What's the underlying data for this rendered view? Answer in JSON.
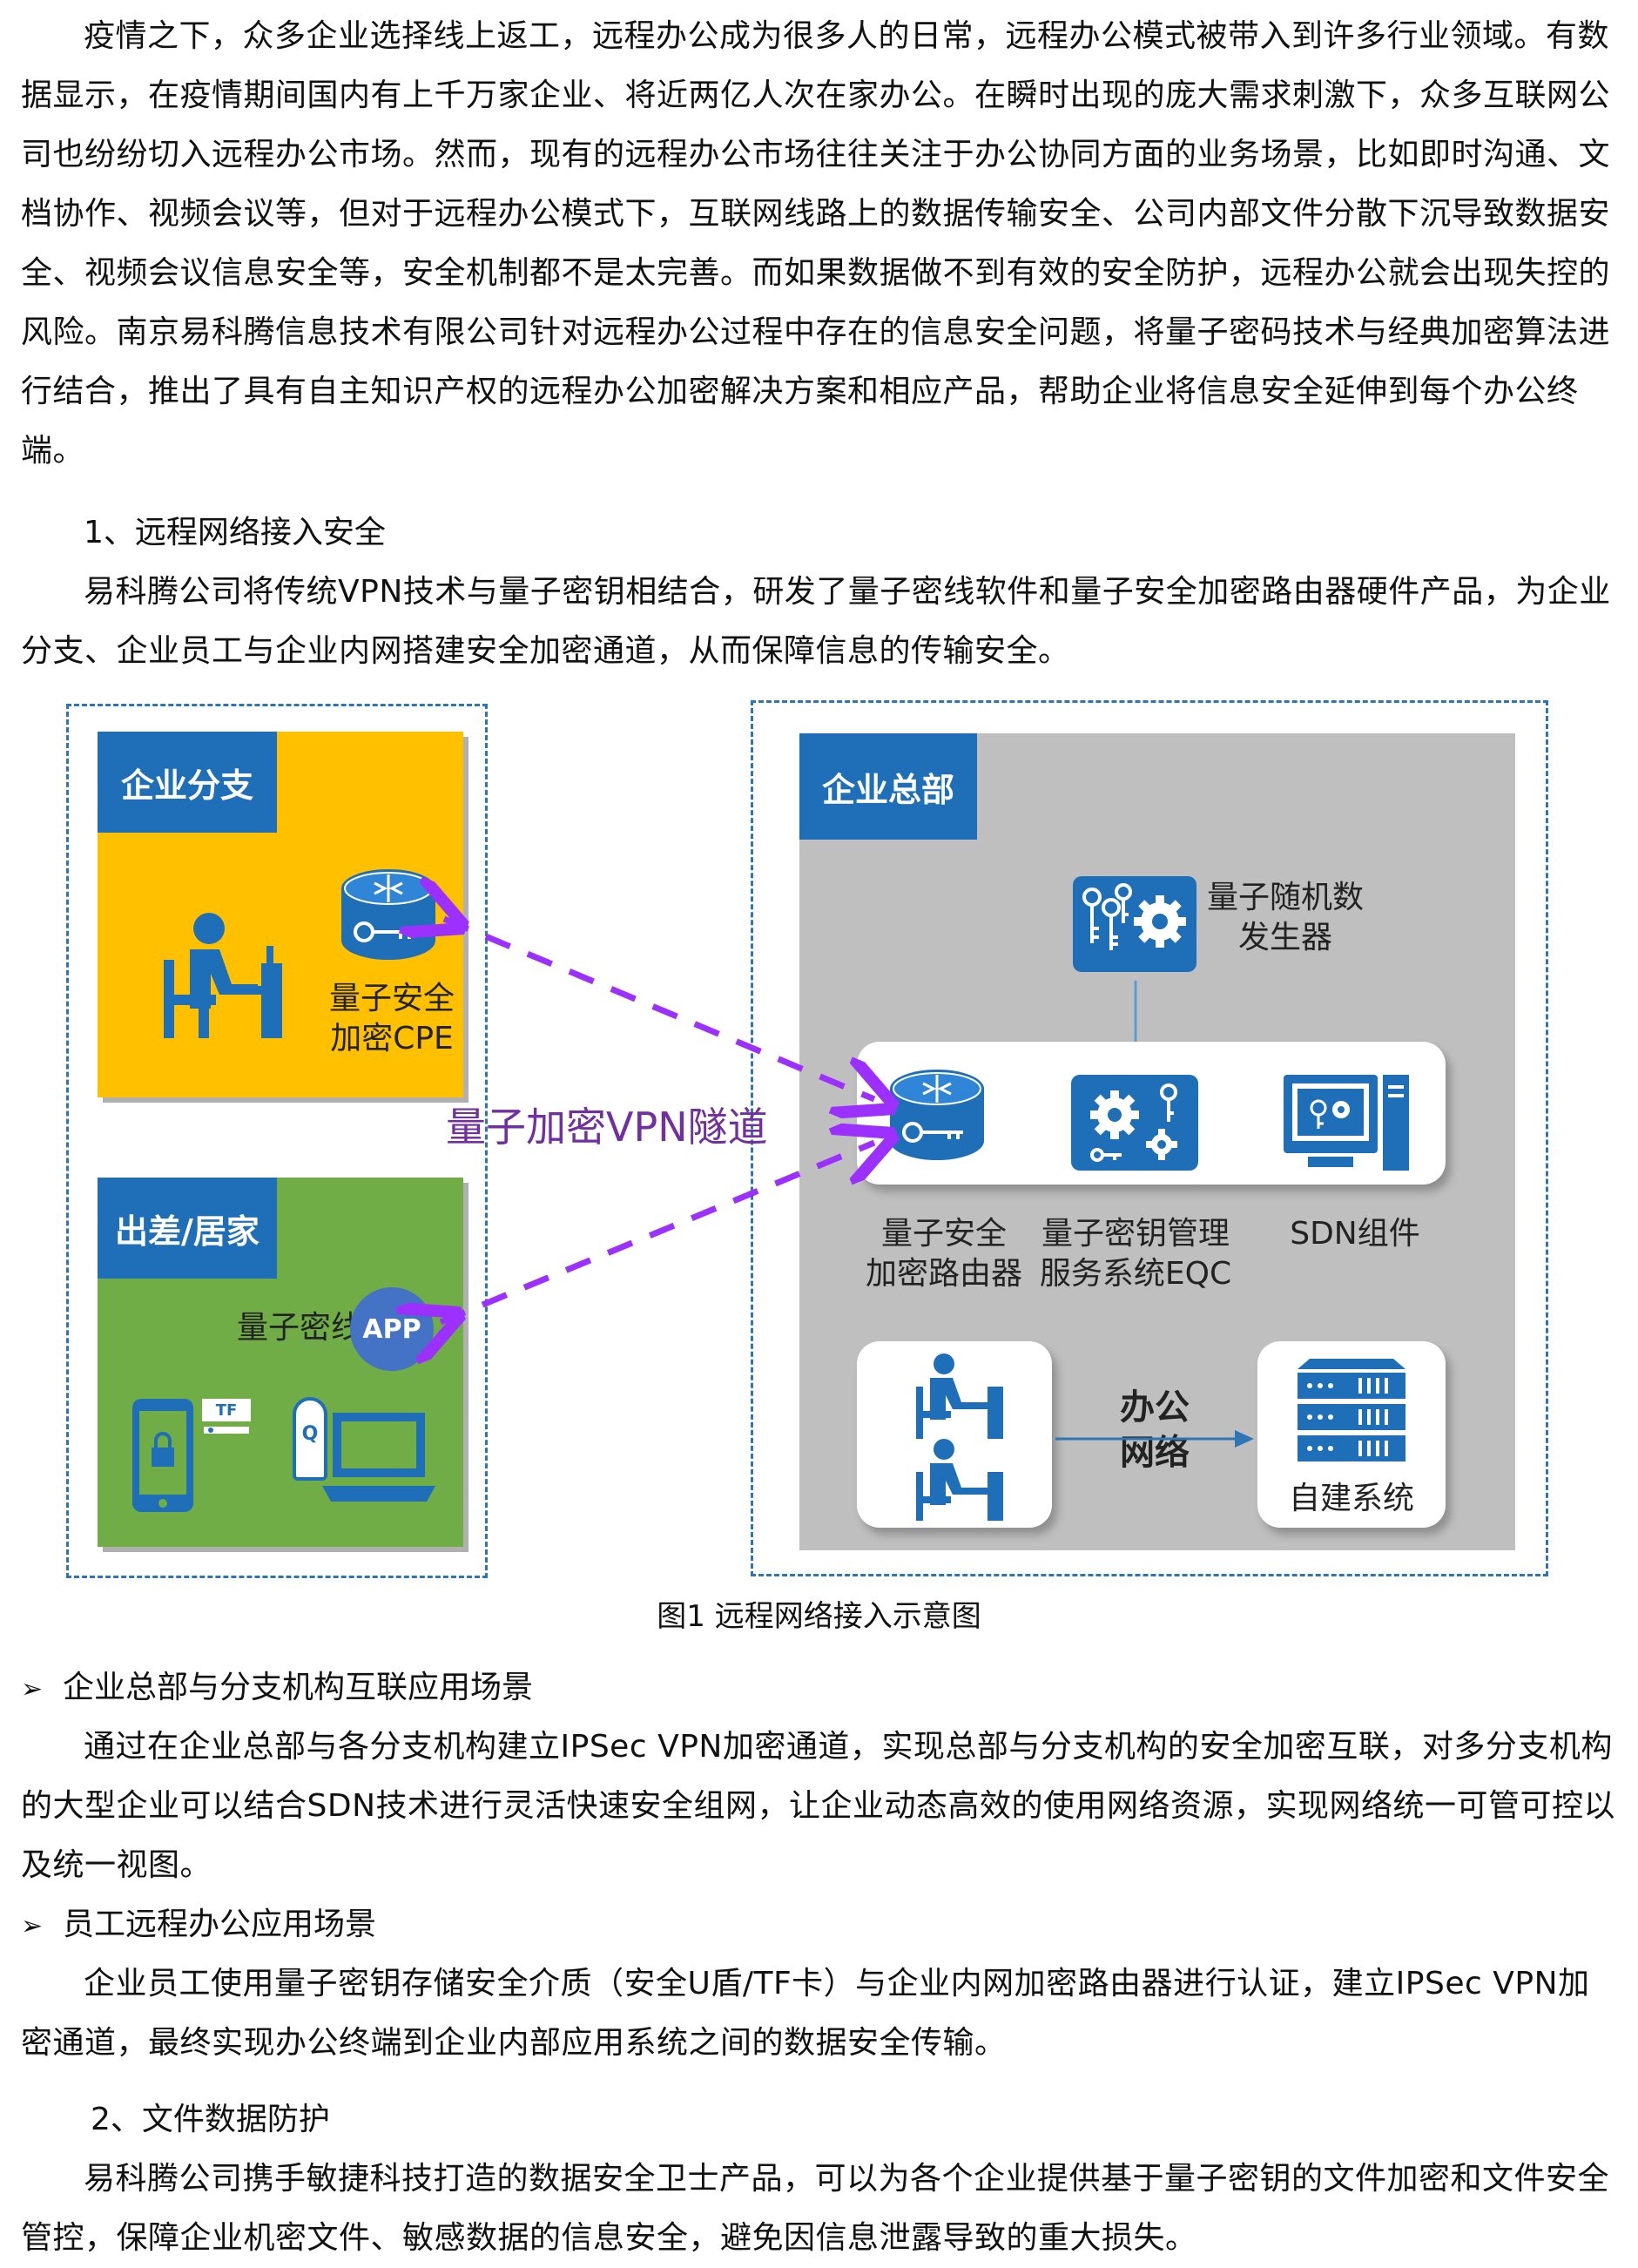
{
  "paragraphs": {
    "intro": "疫情之下，众多企业选择线上返工，远程办公成为很多人的日常，远程办公模式被带入到许多行业领域。有数据显示，在疫情期间国内有上千万家企业、将近两亿人次在家办公。在瞬时出现的庞大需求刺激下，众多互联网公司也纷纷切入远程办公市场。然而，现有的远程办公市场往往关注于办公协同方面的业务场景，比如即时沟通、文档协作、视频会议等，但对于远程办公模式下，互联网线路上的数据传输安全、公司内部文件分散下沉导致数据安全、视频会议信息安全等，安全机制都不是太完善。而如果数据做不到有效的安全防护，远程办公就会出现失控的风险。南京易科腾信息技术有限公司针对远程办公过程中存在的信息安全问题，将量子密码技术与经典加密算法进行结合，推出了具有自主知识产权的远程办公加密解决方案和相应产品，帮助企业将信息安全延伸到每个办公终端。",
    "section1_title": "1、远程网络接入安全",
    "section1_body": "易科腾公司将传统VPN技术与量子密钥相结合，研发了量子密线软件和量子安全加密路由器硬件产品，为企业分支、企业员工与企业内网搭建安全加密通道，从而保障信息的传输安全。",
    "figure_caption": "图1 远程网络接入示意图",
    "bullet1_title": "企业总部与分支机构互联应用场景",
    "bullet1_body": "通过在企业总部与各分支机构建立IPSec VPN加密通道，实现总部与分支机构的安全加密互联，对多分支机构的大型企业可以结合SDN技术进行灵活快速安全组网，让企业动态高效的使用网络资源，实现网络统一可管可控以及统一视图。",
    "bullet2_title": "员工远程办公应用场景",
    "bullet2_body": "企业员工使用量子密钥存储安全介质（安全U盾/TF卡）与企业内网加密路由器进行认证，建立IPSec VPN加密通道，最终实现办公终端到企业内部应用系统之间的数据安全传输。",
    "section2_title": "2、文件数据防护",
    "section2_body": "易科腾公司携手敏捷科技打造的数据安全卫士产品，可以为各个企业提供基于量子密钥的文件加密和文件安全管控，保障企业机密文件、敏感数据的信息安全，避免因信息泄露导致的重大损失。"
  },
  "diagram": {
    "branch_tag": "企业分支",
    "branch_device_line1": "量子安全",
    "branch_device_line2": "加密CPE",
    "travel_tag": "出差/居家",
    "travel_app_label": "量子密线",
    "app_badge": "APP",
    "tf_label": "TF",
    "q_label": "Q",
    "tunnel_label": "量子加密VPN隧道",
    "hq_tag": "企业总部",
    "qrng_line1": "量子随机数",
    "qrng_line2": "发生器",
    "router_line1": "量子安全",
    "router_line2": "加密路由器",
    "eqc_line1": "量子密钥管理",
    "eqc_line2": "服务系统EQC",
    "sdn_label": "SDN组件",
    "office_net_line1": "办公",
    "office_net_line2": "网络",
    "self_system": "自建系统",
    "colors": {
      "branch_bg": "#ffc000",
      "travel_bg": "#70ad47",
      "hq_bg": "#bfbfbf",
      "tag_blue": "#1e6fb8",
      "tunnel_purple": "#9b30ff",
      "dash_blue": "#2e75b6"
    }
  },
  "bullet_marker": "➢"
}
